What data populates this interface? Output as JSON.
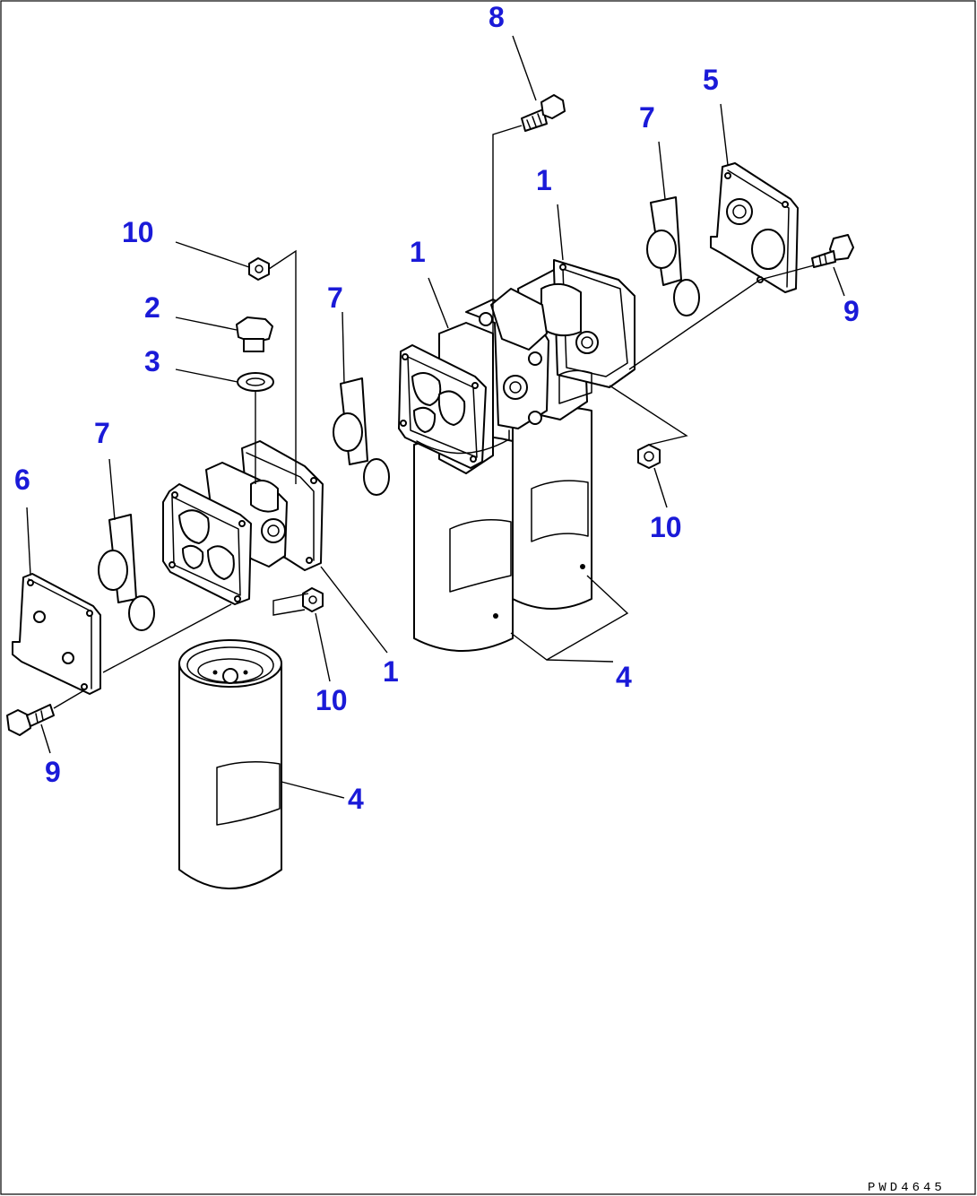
{
  "callouts": {
    "c8": "8",
    "c5": "5",
    "c7_top_right": "7",
    "c1_top_right": "1",
    "c1_top_mid": "1",
    "c10_top_left": "10",
    "c2": "2",
    "c3": "3",
    "c7_mid": "7",
    "c9_right": "9",
    "c7_left": "7",
    "c6": "6",
    "c10_mid_right": "10",
    "c1_left_group": "1",
    "c10_mid_left": "10",
    "c4_right_pair": "4",
    "c9_left": "9",
    "c4_lone": "4"
  },
  "drawing_code": "PWD4645",
  "colors": {
    "callout": "#1a1ad8",
    "line": "#000000",
    "background": "#ffffff"
  }
}
